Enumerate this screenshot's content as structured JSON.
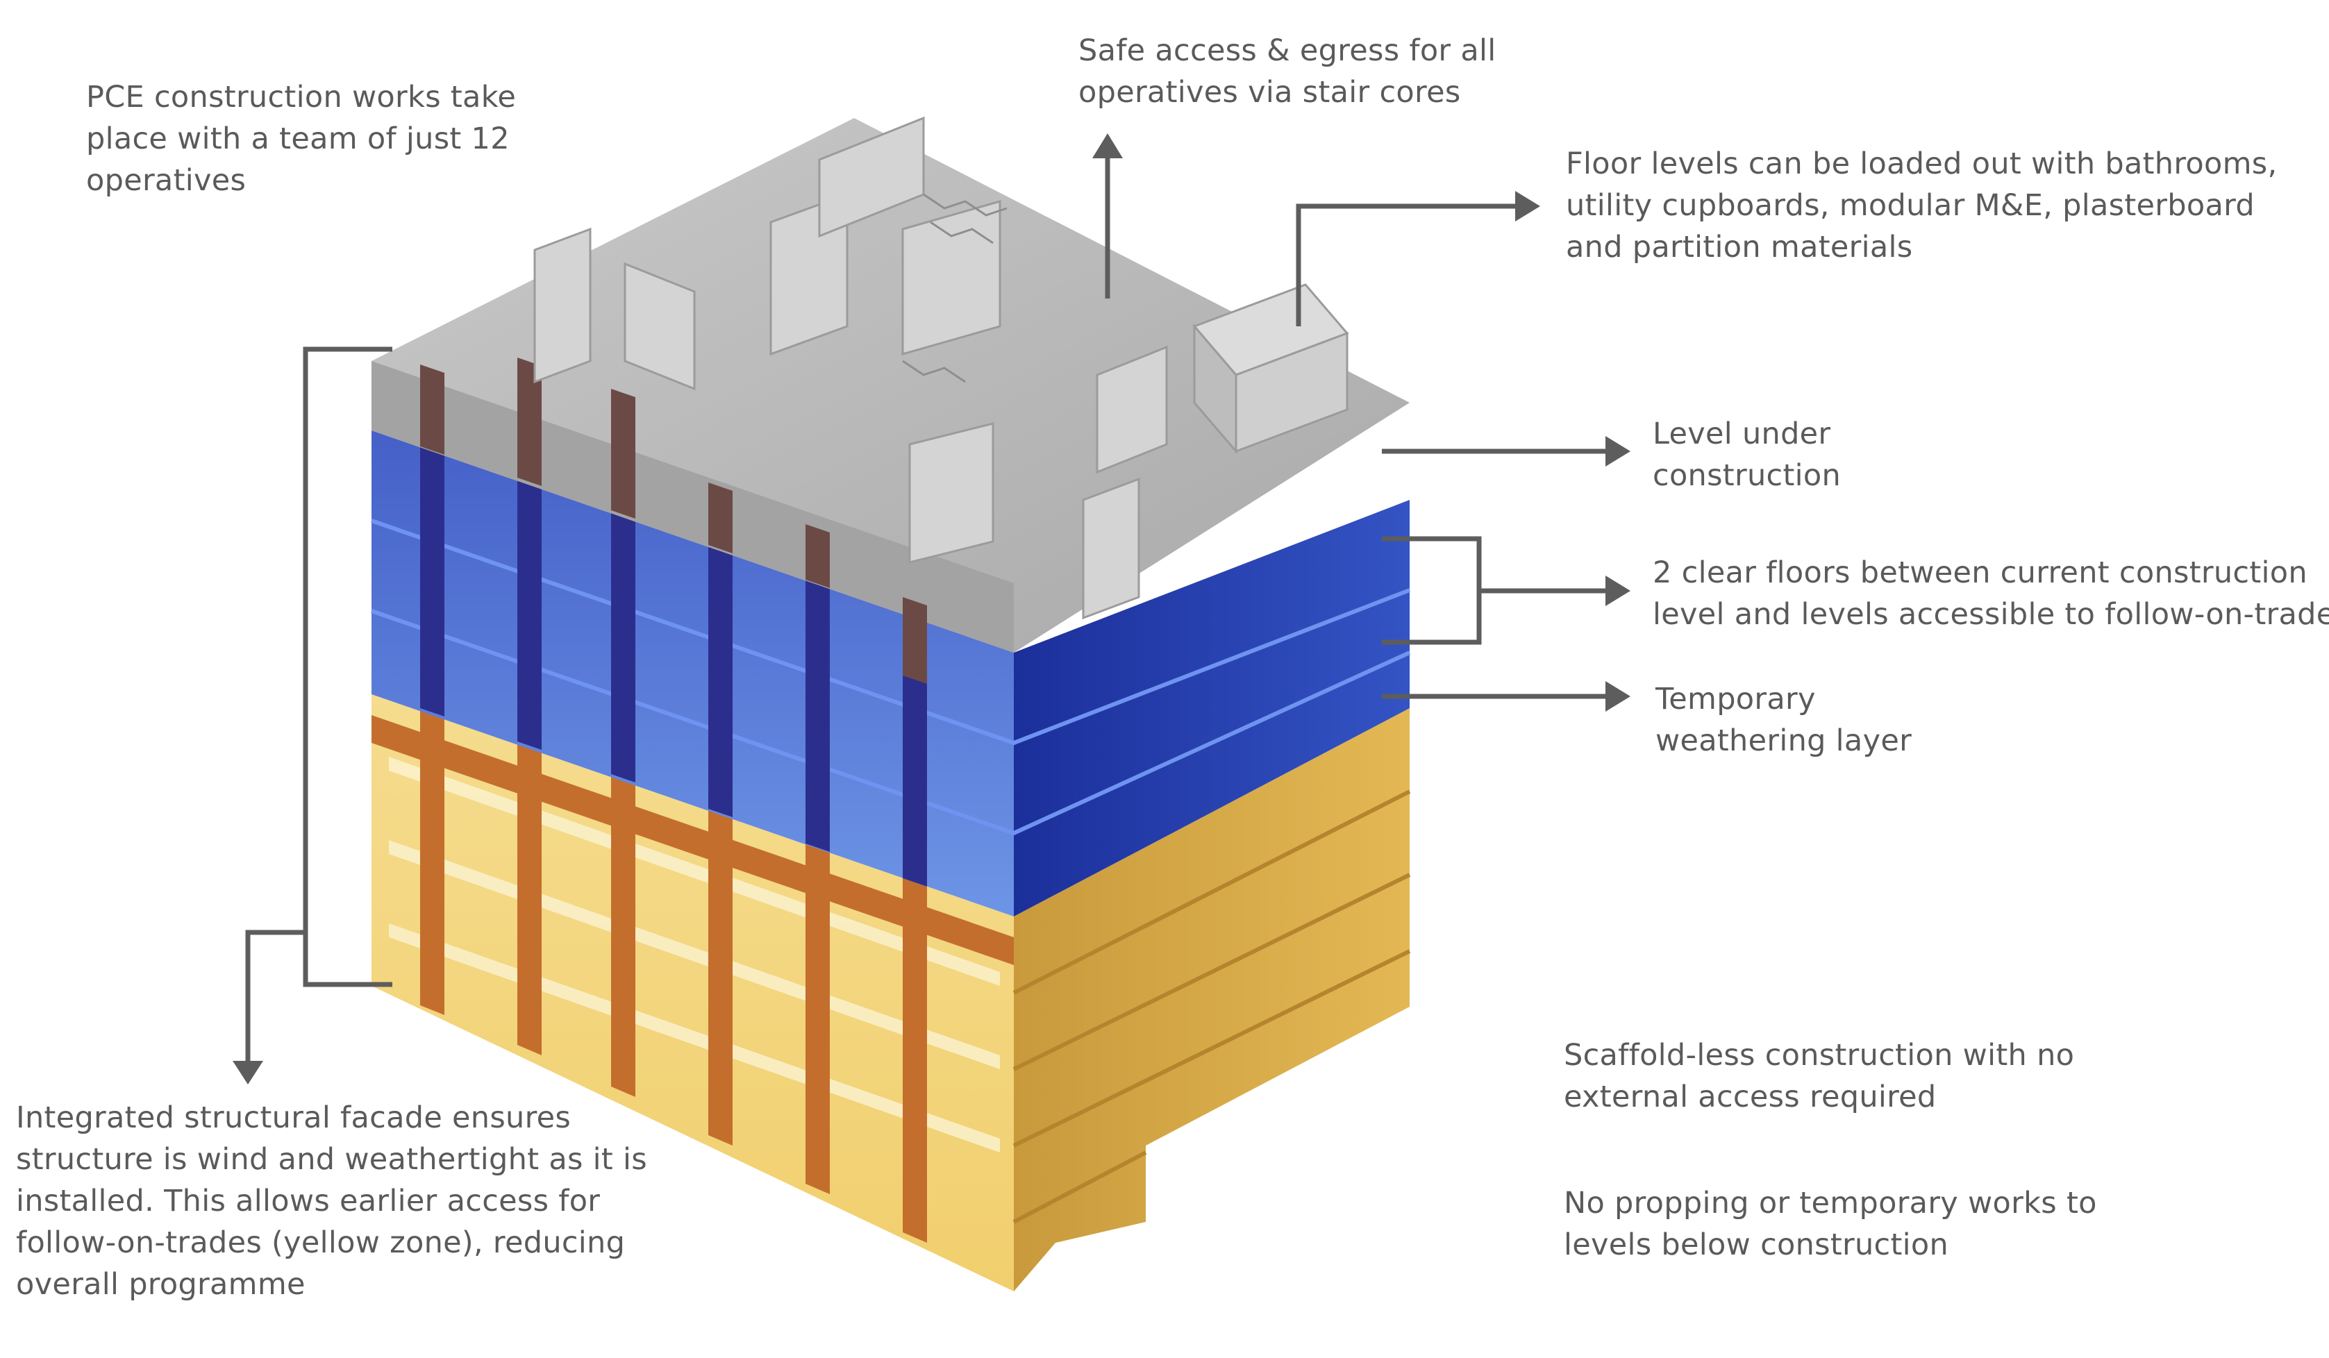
{
  "annotations": {
    "team": [
      "PCE construction works take",
      "place with a team of just 12",
      "operatives"
    ],
    "access": [
      "Safe access & egress for all",
      "operatives via stair cores"
    ],
    "loading": [
      "Floor levels can be loaded out with bathrooms,",
      "utility cupboards, modular M&E, plasterboard",
      "and partition materials"
    ],
    "level_under": [
      "Level under",
      "construction"
    ],
    "clear_floors": [
      "2 clear floors between current construction",
      "level and levels accessible to follow-on-trades"
    ],
    "weathering": [
      "Temporary",
      "weathering layer"
    ],
    "scaffold": [
      "Scaffold-less construction with no",
      "external access required"
    ],
    "propping": [
      "No propping or temporary works to",
      "levels below construction"
    ],
    "facade": [
      "Integrated structural facade ensures",
      "structure is wind and weathertight as it is",
      "installed. This allows earlier access for",
      "follow-on-trades (yellow zone), reducing",
      "overall programme"
    ]
  },
  "colors": {
    "text": "#5a5a5a",
    "arrow": "#5d5d5d",
    "concrete": "#b9b9b9",
    "blue_zone": "#4f74d8",
    "yellow_zone": "#f2d27a",
    "brick": "#c7722f",
    "brick_top": "#6b4a46"
  }
}
